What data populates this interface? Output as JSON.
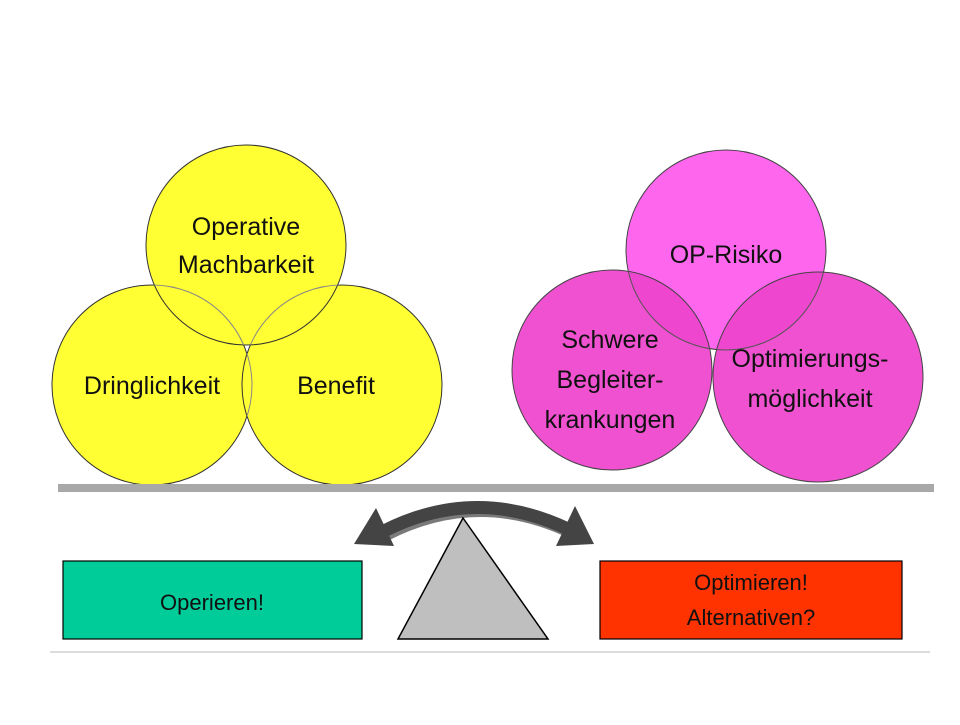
{
  "colors": {
    "yellow": "#ffff33",
    "magenta": "#ee44cc",
    "magenta_light": "#ff66ee",
    "green_box": "#00cc99",
    "red_box": "#ff3300",
    "beam": "#a8a8a8",
    "fulcrum": "#bfbfbf",
    "arrow": "#444444"
  },
  "left_cluster": {
    "top": {
      "line1": "Operative",
      "line2": "Machbarkeit"
    },
    "left": "Dringlichkeit",
    "right": "Benefit"
  },
  "right_cluster": {
    "top": "OP-Risiko",
    "left": {
      "line1": "Schwere",
      "line2": "Begleiter-",
      "line3": "krankungen"
    },
    "right": {
      "line1": "Optimierungs-",
      "line2": "möglichkeit"
    }
  },
  "boxes": {
    "left": {
      "label": "Operieren!"
    },
    "right": {
      "line1": "Optimieren!",
      "line2": "Alternativen?"
    }
  }
}
